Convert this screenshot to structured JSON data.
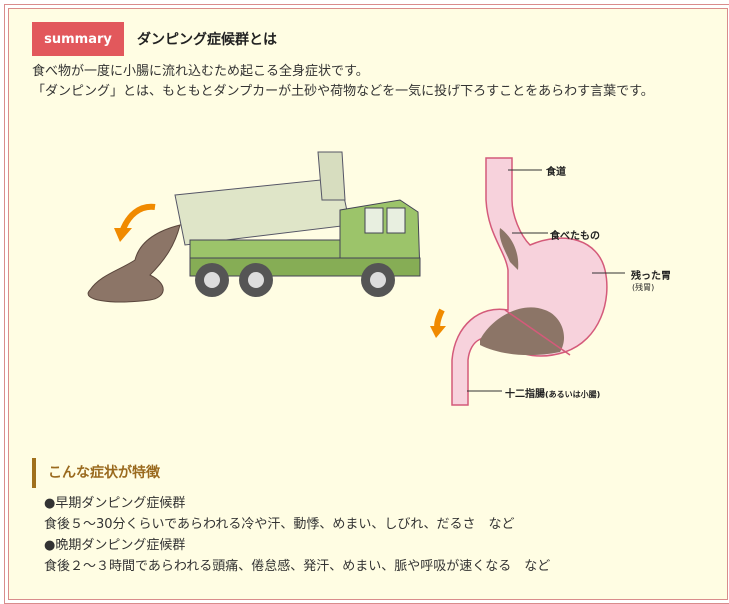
{
  "header": {
    "badge": "summary",
    "title": "ダンピング症候群とは"
  },
  "intro": {
    "line1": "食べ物が一度に小腸に流れ込むため起こる全身症状です。",
    "line2": "「ダンピング」とは、もともとダンプカーが土砂や荷物などを一気に投げ下ろすことをあらわす言葉です。"
  },
  "diagram": {
    "labels": {
      "esophagus": "食道",
      "food": "食べたもの",
      "remnant_stomach": "残った胃",
      "remnant_stomach_sub": "(残胃)",
      "duodenum": "十二指腸",
      "duodenum_sub": "(あるいは小腸)"
    },
    "colors": {
      "arrow": "#f08a00",
      "stomach": "#f7d2dc",
      "outline": "#d45a7a",
      "dirt": "#8c7567",
      "truck": "#9cc46a"
    }
  },
  "symptoms": {
    "heading": "こんな症状が特徴",
    "items": [
      {
        "title": "●早期ダンピング症候群",
        "desc": "食後５～30分くらいであらわれる冷や汗、動悸、めまい、しびれ、だるさ　など"
      },
      {
        "title": "●晩期ダンピング症候群",
        "desc": "食後２～３時間であらわれる頭痛、倦怠感、発汗、めまい、脈や呼吸が速くなる　など"
      }
    ]
  }
}
